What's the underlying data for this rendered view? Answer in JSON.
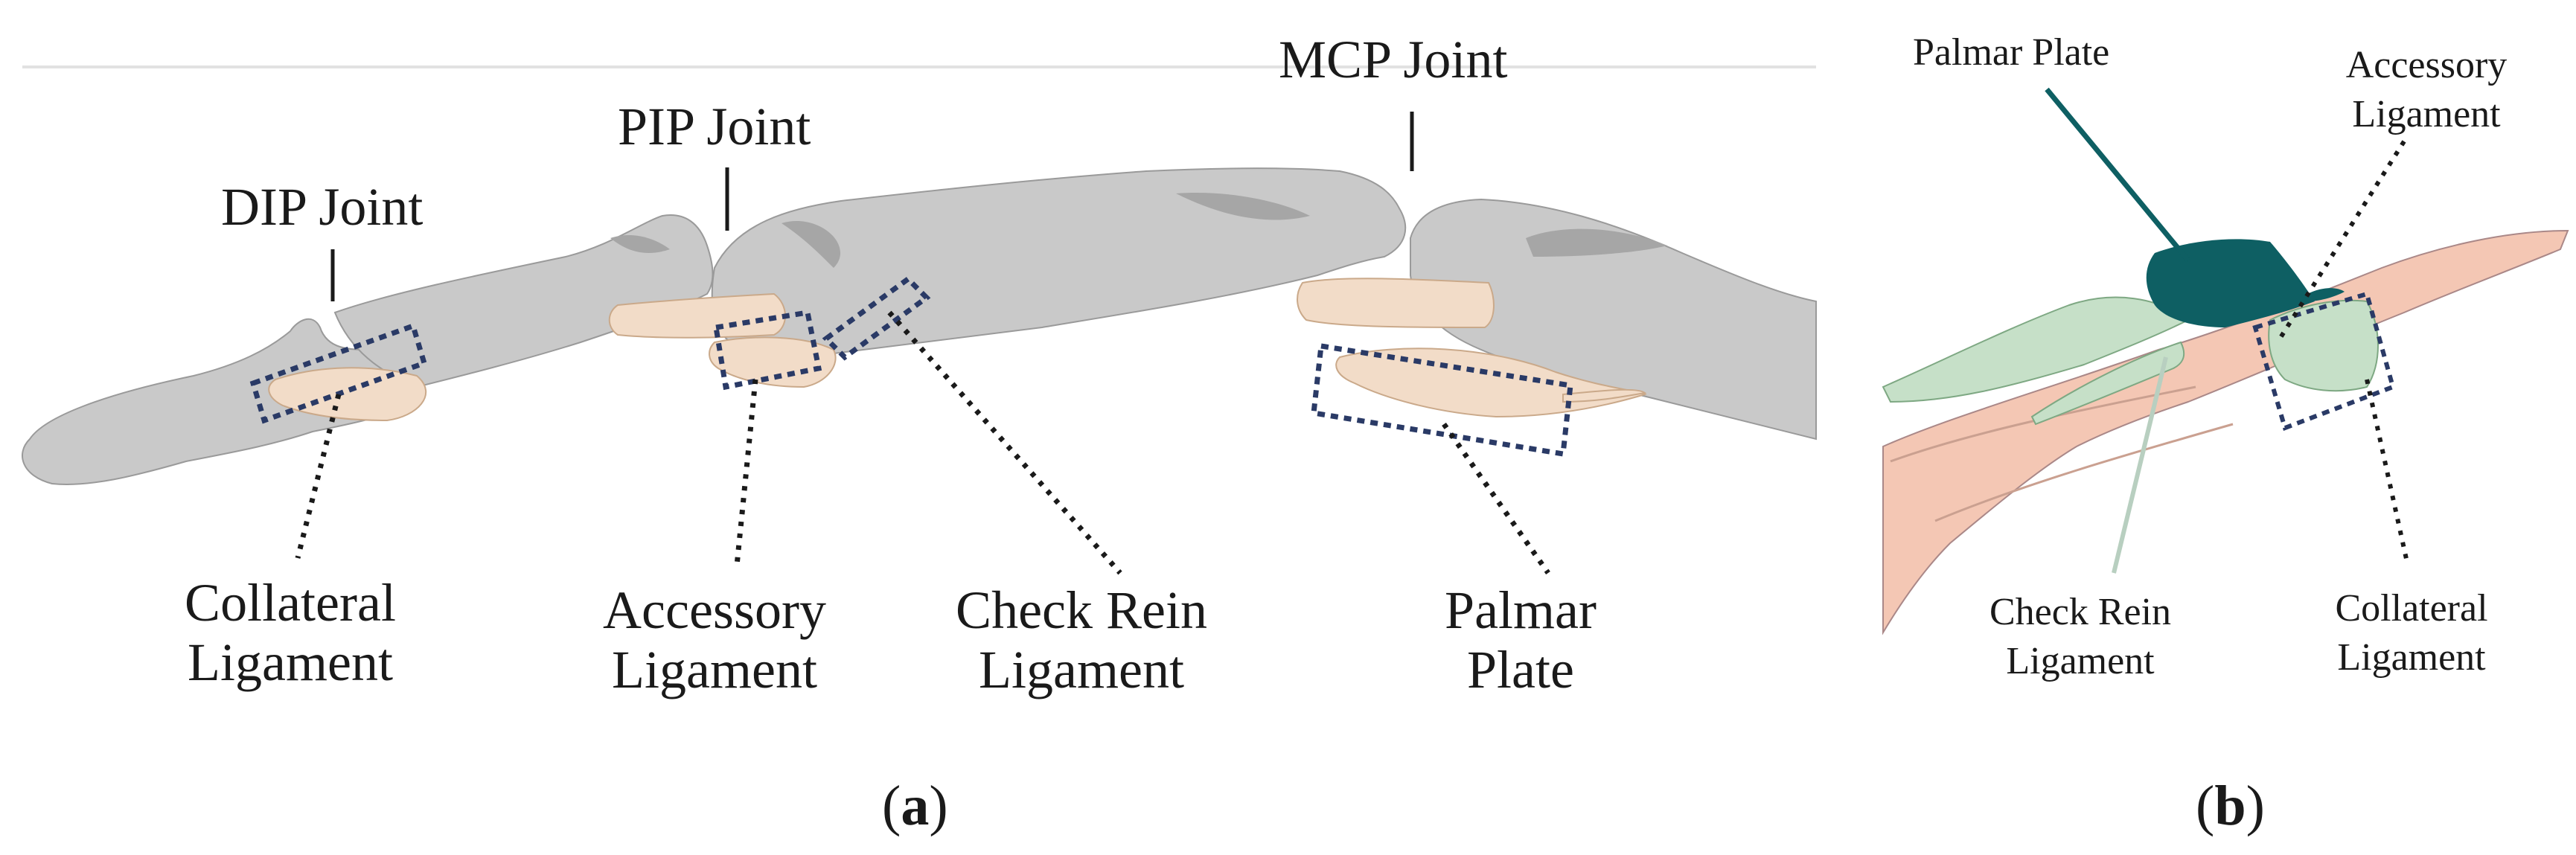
{
  "panel_a": {
    "caption_letter": "a",
    "labels": {
      "dip_joint": "DIP Joint",
      "pip_joint": "PIP Joint",
      "mcp_joint": "MCP Joint",
      "collateral_ligament": "Collateral\nLigament",
      "accessory_ligament": "Accessory\nLigament",
      "check_rein_ligament": "Check Rein\nLigament",
      "palmar_plate": "Palmar\nPlate"
    }
  },
  "panel_b": {
    "caption_letter": "b",
    "labels": {
      "palmar_plate": "Palmar Plate",
      "accessory_ligament": "Accessory\nLigament",
      "check_rein_ligament": "Check Rein\nLigament",
      "collateral_ligament": "Collateral\nLigament"
    }
  },
  "colors": {
    "bone": "#c9c9c9",
    "bone_dark": "#a6a6a6",
    "ligament": "#f2dcc8",
    "skin": "#f4c7b4",
    "palmar_plate_b": "#0e5f63",
    "ligament_green": "#c6e0c8",
    "callout_box": "#2a3a66"
  }
}
